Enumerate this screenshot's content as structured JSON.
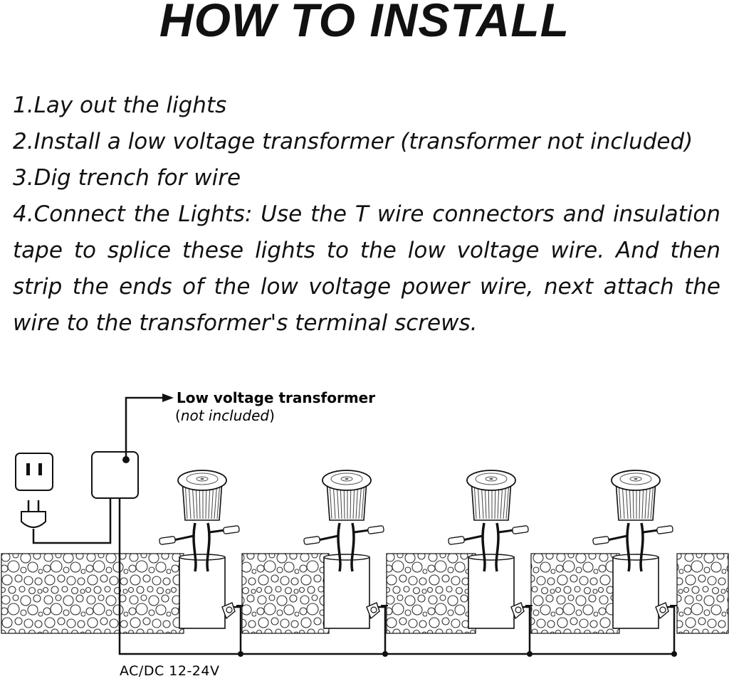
{
  "title": "HOW TO INSTALL",
  "steps": [
    "1.Lay out the lights",
    "2.Install a low voltage transformer (transformer not included)",
    "3.Dig trench for wire",
    "4.Connect the Lights: Use the T wire connectors and insulation tape to splice these lights to the low voltage wire.  And then strip the ends of the low voltage power wire, next attach the wire to the transformer's terminal screws."
  ],
  "diagram": {
    "transformer_label": "Low voltage transformer",
    "transformer_note_open": "(",
    "transformer_note": "not included",
    "transformer_note_close": ")",
    "voltage_label": "AC/DC 12-24V"
  }
}
